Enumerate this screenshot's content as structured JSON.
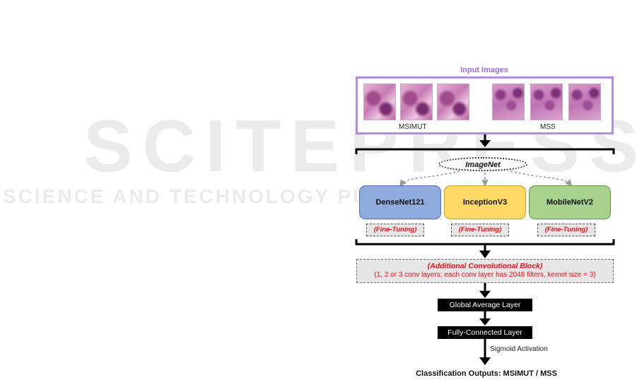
{
  "watermark": {
    "main": "SCITEPRESS",
    "sub": "SCIENCE AND TECHNOLOGY PUBLICATIONS"
  },
  "input": {
    "title": "Input Images",
    "groups": [
      {
        "label": "MSIMUT"
      },
      {
        "label": "MSS"
      }
    ]
  },
  "pretrain": {
    "label": "ImageNet"
  },
  "models": [
    {
      "name": "DenseNet121",
      "color": "#8faadc"
    },
    {
      "name": "InceptionV3",
      "color": "#ffd965"
    },
    {
      "name": "MobileNetV2",
      "color": "#a9d18e"
    }
  ],
  "fine_tuning_label": "(Fine-Tuning)",
  "conv_block": {
    "title": "(Additional Convolutional Block)",
    "detail": "(1, 2 or 3 conv layers; each conv layer has 2048 filters, kernel size = 3)"
  },
  "layers": {
    "gap": "Global Average Layer",
    "fc": "Fully-Connected Layer",
    "activation": "Sigmoid Activation"
  },
  "output": "Classification Outputs: MSIMUT / MSS",
  "colors": {
    "input_frame": "#b48ce6",
    "input_title": "#a06ce0",
    "fine_tuning_text": "#e41414",
    "layer_box": "#000000"
  }
}
